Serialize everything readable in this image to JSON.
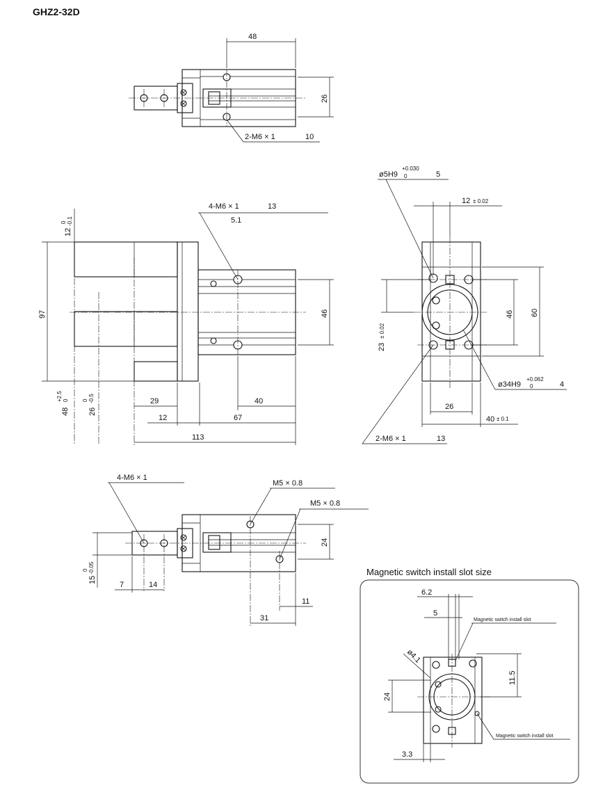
{
  "page_title": "GHZ2-32D",
  "top_view": {
    "dim_48": "48",
    "dim_26": "26",
    "thread_label": "2-M6 × 1",
    "thread_depth": "10"
  },
  "front_view": {
    "thread_label": "4-M6 × 1",
    "thread_depth": "13",
    "counterbore": "5.1",
    "dim_12": "12",
    "dim_12_tol_upper": "0",
    "dim_12_tol_lower": "-0.1",
    "dim_97": "97",
    "dim_48": "48",
    "dim_48_tol_upper": "+2.5",
    "dim_48_tol_lower": "0",
    "dim_26": "26",
    "dim_26_tol_upper": "0",
    "dim_26_tol_lower": "-0.5",
    "dim_46": "46",
    "dim_29": "29",
    "dim_40": "40",
    "dim_12b": "12",
    "dim_67": "67",
    "dim_113": "113"
  },
  "side_view": {
    "pin_hole": "ø5H9",
    "pin_tol_upper": "+0.030",
    "pin_tol_lower": "0",
    "pin_depth": "5",
    "dim_12": "12",
    "dim_12_tol": "± 0.02",
    "dim_23": "23",
    "dim_23_tol": "± 0.02",
    "dim_46": "46",
    "dim_60": "60",
    "bore": "ø34H9",
    "bore_tol_upper": "+0.062",
    "bore_tol_lower": "0",
    "bore_depth": "4",
    "dim_26": "26",
    "dim_40": "40",
    "dim_40_tol": "± 0.1",
    "thread_label": "2-M6 × 1",
    "thread_depth": "13"
  },
  "bottom_view": {
    "thread_label": "4-M6 × 1",
    "port1": "M5 × 0.8",
    "port2": "M5 × 0.8",
    "dim_24": "24",
    "dim_15": "15",
    "dim_15_tol_upper": "0",
    "dim_15_tol_lower": "-0.05",
    "dim_7": "7",
    "dim_14": "14",
    "dim_11": "11",
    "dim_31": "31"
  },
  "switch_section": {
    "title": "Magnetic switch install slot size",
    "dim_6_2": "6.2",
    "dim_5": "5",
    "slot_label_1": "Magnetic switch install slot",
    "dim_4_1": "ø4.1",
    "dim_11_5": "11.5",
    "dim_24": "24",
    "slot_label_2": "Magnetic switch install slot",
    "dim_3_3": "3.3"
  }
}
